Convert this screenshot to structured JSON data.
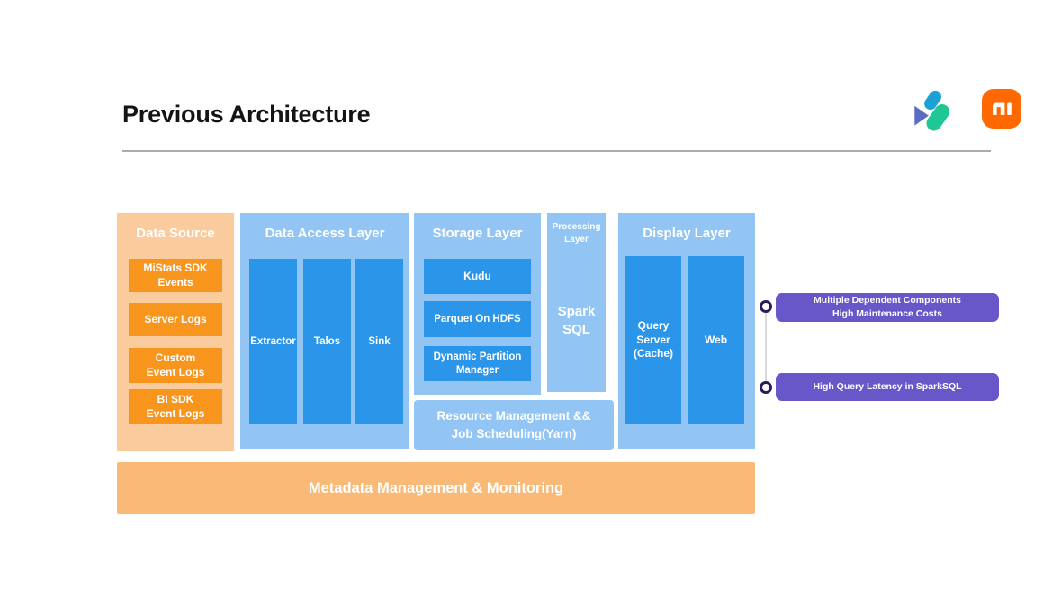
{
  "slide": {
    "title": "Previous Architecture"
  },
  "logos": {
    "product_logo": "product-logo",
    "brand_logo": "xiaomi-mi-logo"
  },
  "diagram": {
    "data_source": {
      "title": "Data Source",
      "items": [
        {
          "lines": [
            "MiStats SDK",
            "Events"
          ]
        },
        {
          "lines": [
            "Server Logs"
          ]
        },
        {
          "lines": [
            "Custom",
            "Event Logs"
          ]
        },
        {
          "lines": [
            "BI SDK",
            "Event Logs"
          ]
        }
      ]
    },
    "data_access": {
      "title": "Data Access Layer",
      "items": [
        {
          "label": "Extractor"
        },
        {
          "label": "Talos"
        },
        {
          "label": "Sink"
        }
      ]
    },
    "storage": {
      "title": "Storage Layer",
      "items": [
        {
          "lines": [
            "Kudu"
          ]
        },
        {
          "lines": [
            "Parquet On HDFS"
          ]
        },
        {
          "lines": [
            "Dynamic Partition",
            "Manager"
          ]
        }
      ]
    },
    "processing": {
      "title": "Processing Layer",
      "engine_lines": [
        "Spark",
        "SQL"
      ]
    },
    "display": {
      "title": "Display Layer",
      "items": [
        {
          "lines": [
            "Query",
            "Server",
            "(Cache)"
          ]
        },
        {
          "lines": [
            "Web"
          ]
        }
      ]
    },
    "resource_bar": {
      "lines": [
        "Resource Management &&",
        "Job Scheduling(Yarn)"
      ]
    },
    "metadata_bar": {
      "label": "Metadata Management & Monitoring"
    }
  },
  "callouts": [
    {
      "lines": [
        "Multiple Dependent Components",
        "High Maintenance Costs"
      ]
    },
    {
      "lines": [
        "High Query Latency in SparkSQL"
      ]
    }
  ],
  "colors": {
    "peach_container": "#FACC9D",
    "orange_box": "#F8951D",
    "metadata_orange": "#F9B977",
    "light_blue_container": "#92C5F4",
    "blue_box": "#2B95E9",
    "callout_purple": "#6757C8",
    "bullet_ring_purple": "#2D1A5A",
    "xiaomi_orange": "#FF6900",
    "logo_blue": "#1BA2D4",
    "logo_violet": "#5C6BC2",
    "logo_green": "#1EC795"
  }
}
